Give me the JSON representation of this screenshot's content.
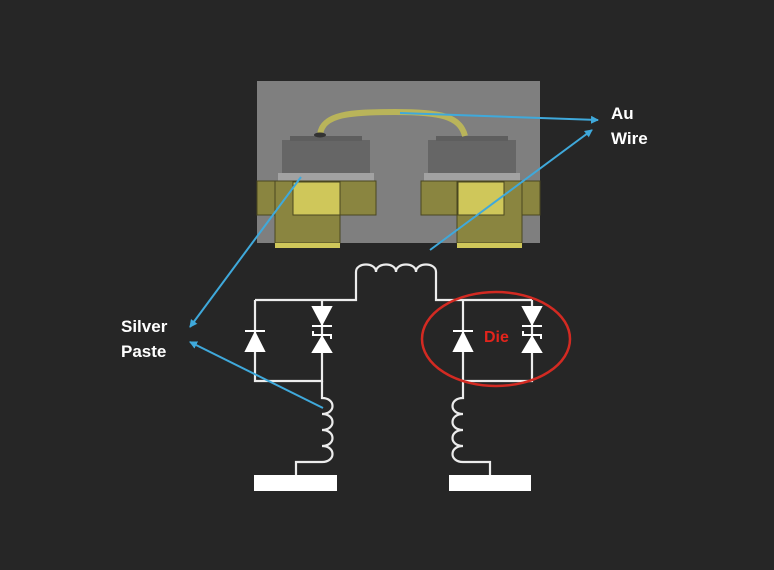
{
  "labels": {
    "au_wire": [
      "Au",
      "Wire"
    ],
    "silver_paste": [
      "Silver",
      "Paste"
    ],
    "die": "Die"
  },
  "colors": {
    "background": "#262626",
    "package": "#7f7f7f",
    "pad_olive": "#8a8540",
    "pad_yellow": "#cfc75a",
    "wire_gold": "#b9b45a",
    "pointer": "#3fa9db",
    "die_circle": "#d32a22",
    "circuit": "#ececec"
  }
}
